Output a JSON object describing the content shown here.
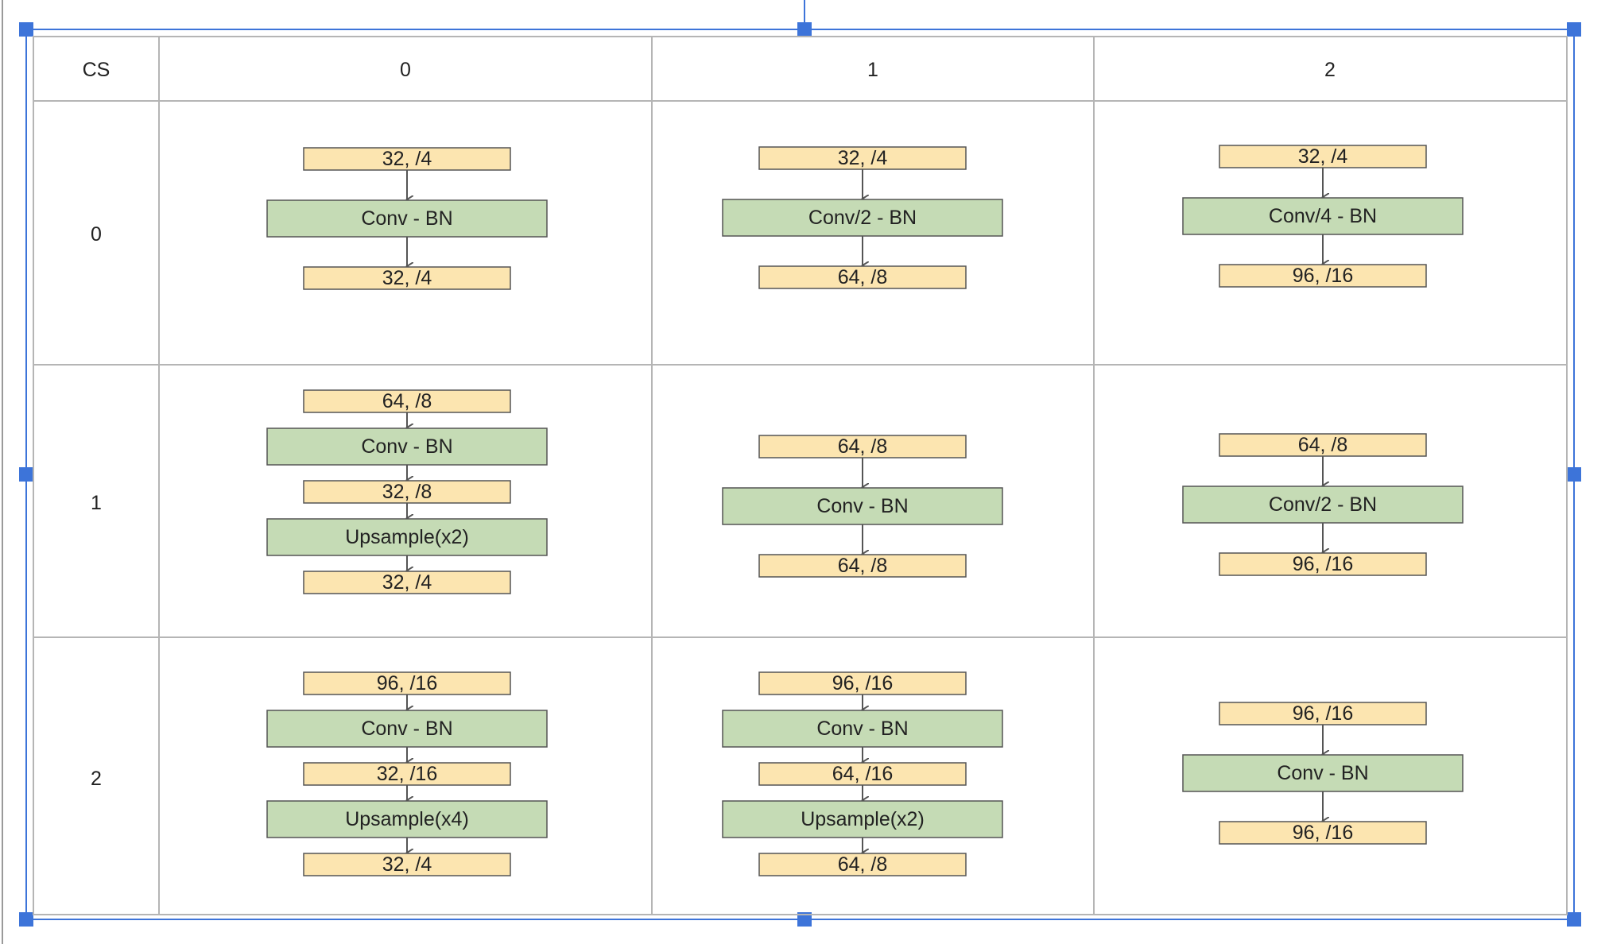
{
  "colors": {
    "feature_fill": "#fce5b0",
    "feature_stroke": "#555555",
    "op_fill": "#c5dbb5",
    "op_stroke": "#555555",
    "grid_line": "#b5b5b5",
    "selection_blue": "#3d74d9",
    "arrow": "#555555"
  },
  "table": {
    "corner_label": "CS",
    "col_headers": [
      "0",
      "1",
      "2"
    ],
    "row_headers": [
      "0",
      "1",
      "2"
    ],
    "cells": [
      [
        {
          "blocks": [
            {
              "kind": "feature",
              "text": "32, /4"
            },
            {
              "kind": "op",
              "text": "Conv - BN"
            },
            {
              "kind": "feature",
              "text": "32, /4"
            }
          ]
        },
        {
          "blocks": [
            {
              "kind": "feature",
              "text": "32, /4"
            },
            {
              "kind": "op",
              "text": "Conv/2 - BN"
            },
            {
              "kind": "feature",
              "text": "64, /8"
            }
          ]
        },
        {
          "blocks": [
            {
              "kind": "feature",
              "text": "32, /4"
            },
            {
              "kind": "op",
              "text": "Conv/4 - BN"
            },
            {
              "kind": "feature",
              "text": "96, /16"
            }
          ]
        }
      ],
      [
        {
          "blocks": [
            {
              "kind": "feature",
              "text": "64, /8"
            },
            {
              "kind": "op",
              "text": "Conv - BN"
            },
            {
              "kind": "feature",
              "text": "32, /8"
            },
            {
              "kind": "op",
              "text": "Upsample(x2)"
            },
            {
              "kind": "feature",
              "text": "32, /4"
            }
          ]
        },
        {
          "blocks": [
            {
              "kind": "feature",
              "text": "64, /8"
            },
            {
              "kind": "op",
              "text": "Conv - BN"
            },
            {
              "kind": "feature",
              "text": "64, /8"
            }
          ]
        },
        {
          "blocks": [
            {
              "kind": "feature",
              "text": "64, /8"
            },
            {
              "kind": "op",
              "text": "Conv/2 - BN"
            },
            {
              "kind": "feature",
              "text": "96, /16"
            }
          ]
        }
      ],
      [
        {
          "blocks": [
            {
              "kind": "feature",
              "text": "96, /16"
            },
            {
              "kind": "op",
              "text": "Conv - BN"
            },
            {
              "kind": "feature",
              "text": "32, /16"
            },
            {
              "kind": "op",
              "text": "Upsample(x4)"
            },
            {
              "kind": "feature",
              "text": "32, /4"
            }
          ]
        },
        {
          "blocks": [
            {
              "kind": "feature",
              "text": "96, /16"
            },
            {
              "kind": "op",
              "text": "Conv - BN"
            },
            {
              "kind": "feature",
              "text": "64, /16"
            },
            {
              "kind": "op",
              "text": "Upsample(x2)"
            },
            {
              "kind": "feature",
              "text": "64, /8"
            }
          ]
        },
        {
          "blocks": [
            {
              "kind": "feature",
              "text": "96, /16"
            },
            {
              "kind": "op",
              "text": "Conv - BN"
            },
            {
              "kind": "feature",
              "text": "96, /16"
            }
          ]
        }
      ]
    ]
  }
}
